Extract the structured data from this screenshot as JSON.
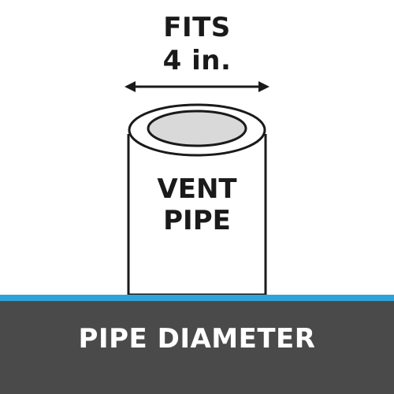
{
  "fits_label": {
    "line1": "FITS",
    "line2": "4 in."
  },
  "pipe_label": {
    "line1": "VENT",
    "line2": "PIPE"
  },
  "footer": {
    "title": "PIPE DIAMETER"
  },
  "colors": {
    "text": "#1a1a1a",
    "pipe_outline": "#1a1a1a",
    "pipe_inner": "#d9d9d9",
    "footer_bg": "#4a4a4a",
    "accent_stripe": "#2fa3d8",
    "footer_text": "#ffffff"
  },
  "icons": {
    "arrow": "double-headed-arrow-icon"
  }
}
